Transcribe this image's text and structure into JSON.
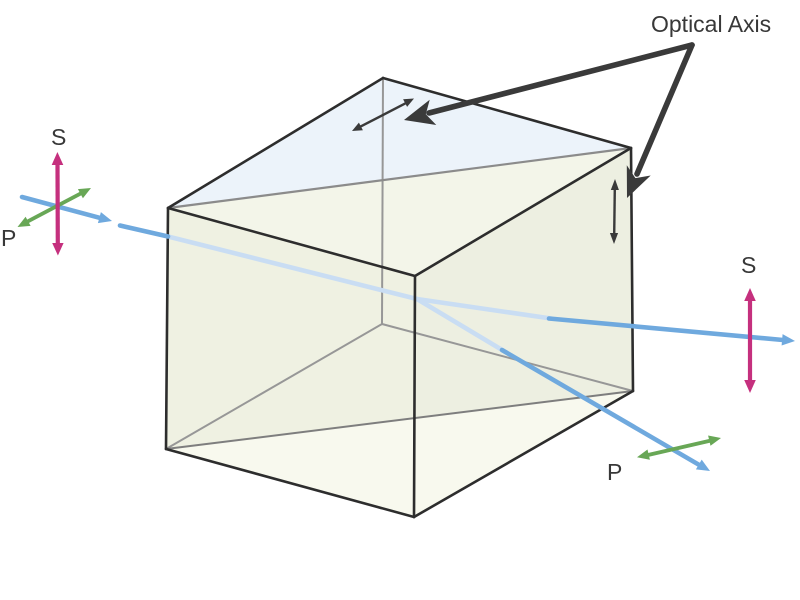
{
  "labels": {
    "optical_axis": "Optical Axis",
    "input_s": "S",
    "input_p": "P",
    "output_s": "S",
    "output_p": "P"
  },
  "colors": {
    "beam_blue": "#6FA9DE",
    "beam_blue_internal": "#C9DDF3",
    "s_marker_magenta": "#C5307E",
    "p_marker_green": "#68A756",
    "annotation_dark": "#3A3A3A",
    "cube_edge_black": "#2D2D2D",
    "cube_hidden_edge_gray": "#979797",
    "interface_diagonal_gray": "#8B8B8B",
    "face_cream": "#EFF1E2",
    "face_top_blue": "#ECF3FA",
    "face_bottom_light": "#F8F9EE",
    "background": "#FFFFFF"
  }
}
